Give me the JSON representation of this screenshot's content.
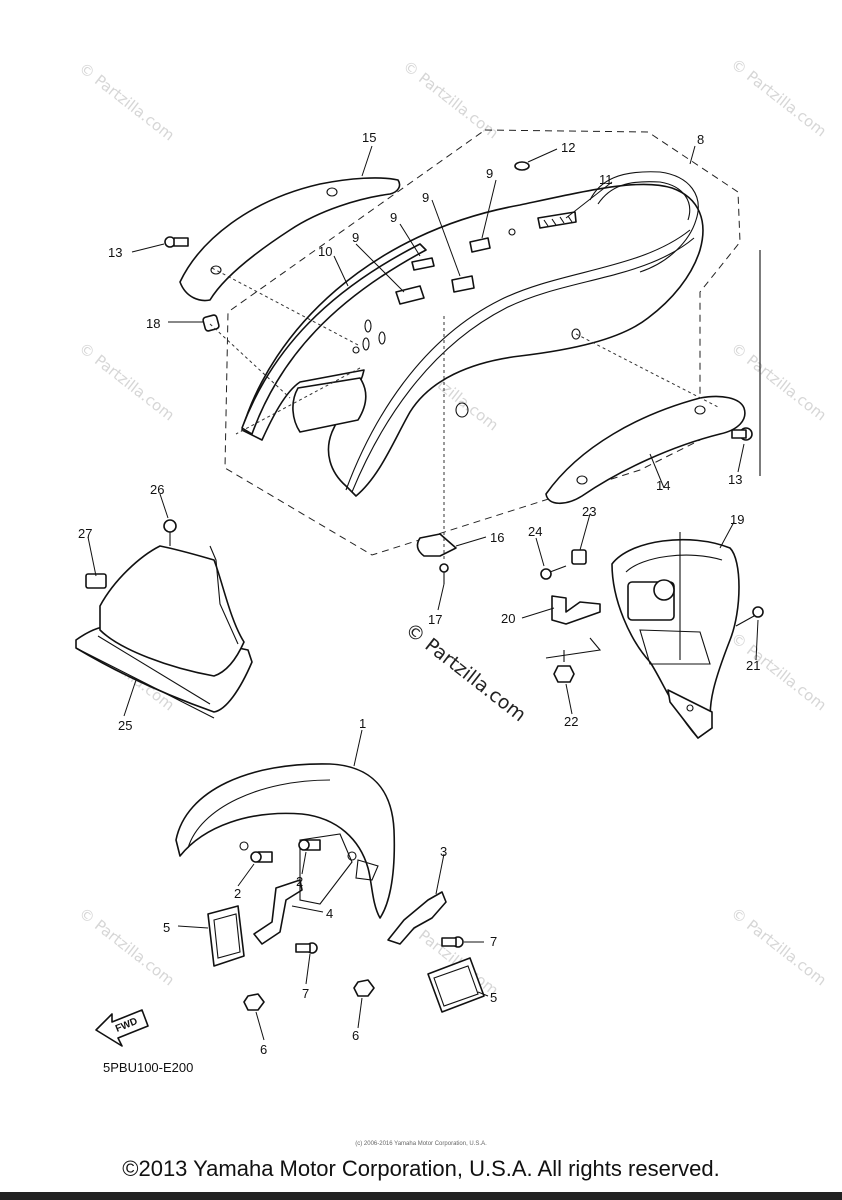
{
  "watermark": "© Partzilla.com",
  "center_watermark": "© Partzilla.com",
  "diagram_code": "5PBU100-E200",
  "fwd_label": "FWD",
  "tiny_copyright": "(c) 2006-2016 Yamaha Motor Corporation, U.S.A.",
  "copyright": "©2013 Yamaha Motor Corporation, U.S.A. All rights reserved.",
  "callouts": {
    "p1": "1",
    "p2a": "2",
    "p2b": "2",
    "p3": "3",
    "p4": "4",
    "p5a": "5",
    "p5b": "5",
    "p6a": "6",
    "p6b": "6",
    "p7a": "7",
    "p7b": "7",
    "p8": "8",
    "p9a": "9",
    "p9b": "9",
    "p9c": "9",
    "p9d": "9",
    "p10": "10",
    "p11": "11",
    "p12": "12",
    "p13a": "13",
    "p13b": "13",
    "p14": "14",
    "p15": "15",
    "p16": "16",
    "p17": "17",
    "p18": "18",
    "p19": "19",
    "p20": "20",
    "p21": "21",
    "p22": "22",
    "p23": "23",
    "p24": "24",
    "p25": "25",
    "p26": "26",
    "p27": "27"
  }
}
